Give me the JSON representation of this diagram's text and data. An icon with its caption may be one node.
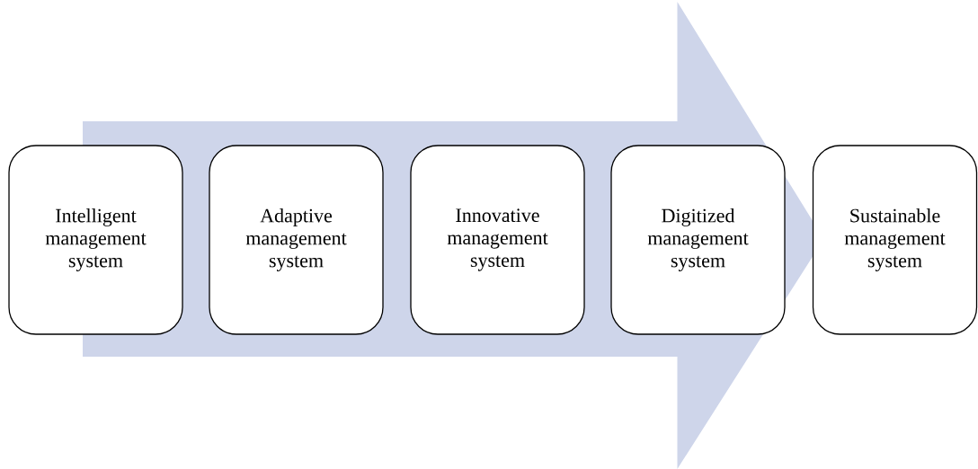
{
  "diagram": {
    "nodes": [
      {
        "text": [
          "Intelligent management system"
        ]
      },
      {
        "text": [
          "Adaptive management system"
        ]
      },
      {
        "text": [
          "Innovative management system"
        ]
      },
      {
        "text": [
          "Digitized management system"
        ]
      },
      {
        "text": [
          "Sustainable management system"
        ]
      }
    ],
    "edges": [
      {
        "from": 0,
        "to": 4,
        "arrow": "to"
      }
    ]
  }
}
